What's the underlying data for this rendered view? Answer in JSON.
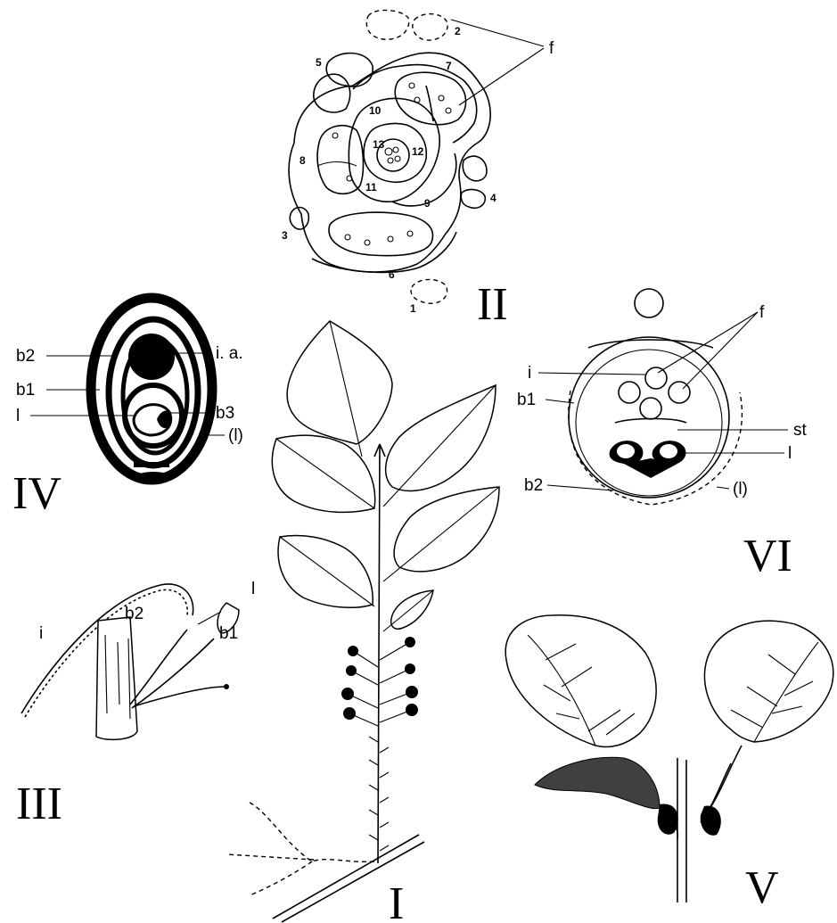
{
  "figure_labels": {
    "I": "I",
    "II": "II",
    "III": "III",
    "IV": "IV",
    "V": "V",
    "VI": "VI"
  },
  "panel_II": {
    "numbers": [
      "1",
      "2",
      "3",
      "4",
      "5",
      "6",
      "7",
      "8",
      "9",
      "10",
      "11",
      "12",
      "13"
    ],
    "label_f": "f"
  },
  "panel_IV": {
    "b2": "b2",
    "b1": "b1",
    "l": "l",
    "ia": "i. a.",
    "b3": "b3",
    "l_paren": "(l)"
  },
  "panel_III": {
    "i": "i",
    "b2": "b2",
    "b1": "b1",
    "l": "l"
  },
  "panel_VI": {
    "f": "f",
    "i": "i",
    "b1": "b1",
    "st": "st",
    "l": "l",
    "b2": "b2",
    "l_paren": "(l)"
  }
}
